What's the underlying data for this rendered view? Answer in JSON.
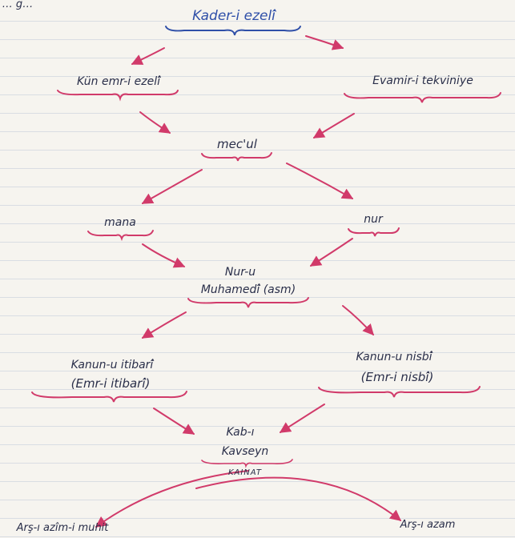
{
  "header_text": "… g…",
  "nodes": {
    "kader": "Kader-i ezeli̇̂",
    "kun": "Kün emr-i ezeli̇̂",
    "evamir": "Evamir-i tekviniye",
    "mecul": "mec'ul",
    "mana": "mana",
    "nur": "nur",
    "nuru_1": "Nur-u",
    "nuru_2": "Muhamedi̇̂ (asm)",
    "itibari_1": "Kanun-u itibari̇̂",
    "itibari_2": "(Emr-i itibari̇̂)",
    "nisbi_1": "Kanun-u nisbi̇̂",
    "nisbi_2": "(Emr-i nisbi̇̂)",
    "kab_1": "Kab-ı",
    "kab_2": "Kavseyn",
    "kainat": "KAINAT",
    "ars_azim": "Arş-ı azîm-i muhit",
    "ars_azam": "Arş-ı azam"
  },
  "colors": {
    "blue_ink": "#2f4fa8",
    "red_ink": "#d13a6a",
    "dark_ink": "#2a2f4a",
    "paper": "#f6f4ef",
    "rule_line": "#d9dde3"
  }
}
